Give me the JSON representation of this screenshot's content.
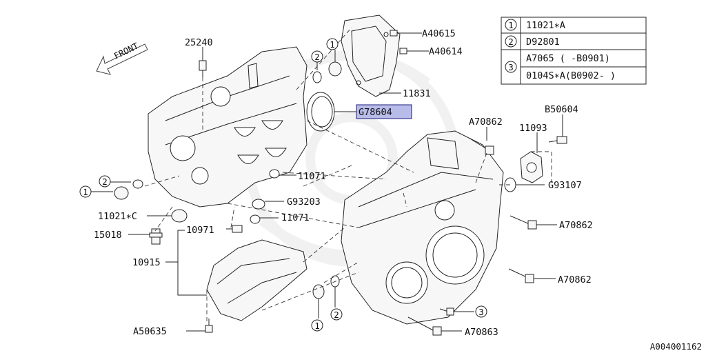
{
  "legend": [
    {
      "num": "1",
      "part": "11021∗A"
    },
    {
      "num": "2",
      "part": "D92801"
    },
    {
      "num": "3",
      "part": "A7065  ( -B0901)",
      "part2": "0104S∗A(B0902- )"
    }
  ],
  "front_label": "FRONT",
  "callouts": {
    "c25240": "25240",
    "cA40615": "A40615",
    "cA40614": "A40614",
    "c11831": "11831",
    "cG78604": "G78604",
    "cA70862a": "A70862",
    "c11093": "11093",
    "cB50604": "B50604",
    "cG93107": "G93107",
    "c11071a": "11071",
    "cG93203": "G93203",
    "c11071b": "11071",
    "c11021C": "11021∗C",
    "c15018": "15018",
    "c10971": "10971",
    "c10915": "10915",
    "cA70862b": "A70862",
    "cA70862c": "A70862",
    "cA50635": "A50635",
    "cA70863": "A70863"
  },
  "ref_markers": {
    "m1a": "1",
    "m2a": "2",
    "m1b": "1",
    "m2b": "2",
    "m1c": "1",
    "m2c": "2",
    "m3a": "3"
  },
  "diagram_id": "A004001162",
  "highlight_color": "#b8bce8"
}
